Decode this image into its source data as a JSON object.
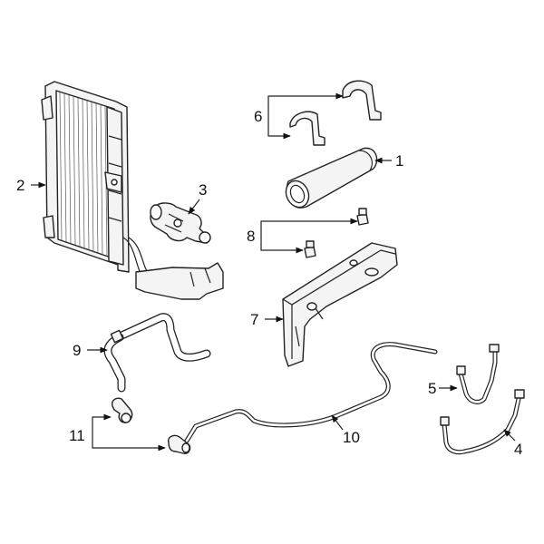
{
  "callouts": {
    "c1": "1",
    "c2": "2",
    "c3": "3",
    "c4": "4",
    "c5": "5",
    "c6": "6",
    "c7": "7",
    "c8": "8",
    "c9": "9",
    "c10": "10",
    "c11": "11"
  },
  "colors": {
    "ink": "#222222",
    "background": "#ffffff"
  }
}
